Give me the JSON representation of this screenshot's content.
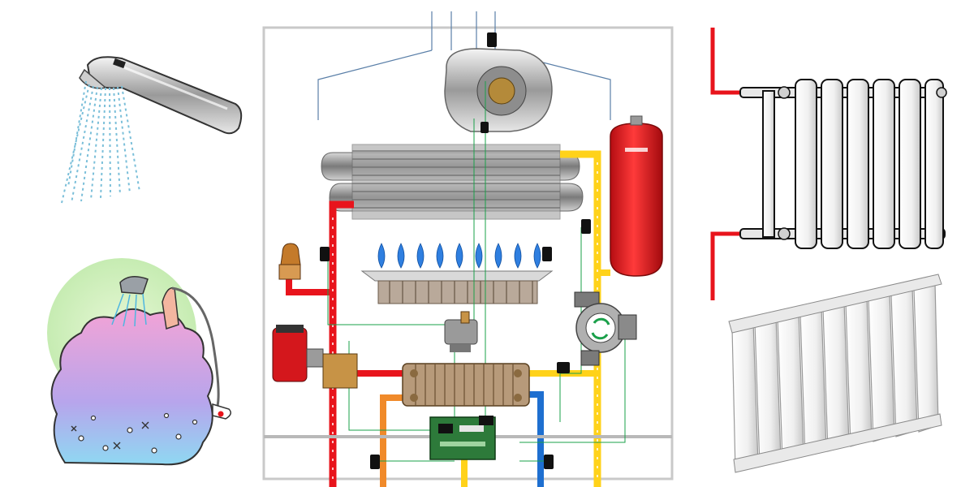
{
  "diagram": {
    "panels": [
      {
        "id": "shower",
        "icon": "shower-head-icon"
      },
      {
        "id": "bath",
        "icon": "person-in-bath-icon"
      },
      {
        "id": "boiler",
        "icon": "gas-boiler-schematic-icon"
      },
      {
        "id": "radiator-piped",
        "icon": "radiator-with-pipes-icon"
      },
      {
        "id": "radiator",
        "icon": "aluminium-radiator-icon"
      }
    ],
    "boiler_components": [
      {
        "name": "fan",
        "icon": "exhaust-fan-icon"
      },
      {
        "name": "primary-heat-exchanger",
        "icon": "heat-exchanger-icon"
      },
      {
        "name": "expansion-tank",
        "icon": "expansion-tank-icon"
      },
      {
        "name": "burner",
        "icon": "gas-burner-flames-icon"
      },
      {
        "name": "safety-valve",
        "icon": "safety-valve-icon"
      },
      {
        "name": "three-way-valve",
        "icon": "three-way-valve-icon"
      },
      {
        "name": "gas-valve",
        "icon": "gas-valve-icon"
      },
      {
        "name": "circulation-pump",
        "icon": "circulation-pump-icon"
      },
      {
        "name": "plate-heat-exchanger",
        "icon": "plate-heat-exchanger-icon"
      },
      {
        "name": "control-board",
        "icon": "control-board-icon"
      }
    ],
    "colors": {
      "hot_pipe": "#e8141c",
      "return_pipe": "#ffd21a",
      "cold_pipe": "#1e6fd0",
      "dhw_out_pipe": "#f08a2a",
      "wire": "#1aa04a",
      "casing": "#c9c9c9",
      "flame": "#2f7fe0",
      "tank": "#e0191e",
      "radiator": "#f2f2f2"
    }
  }
}
